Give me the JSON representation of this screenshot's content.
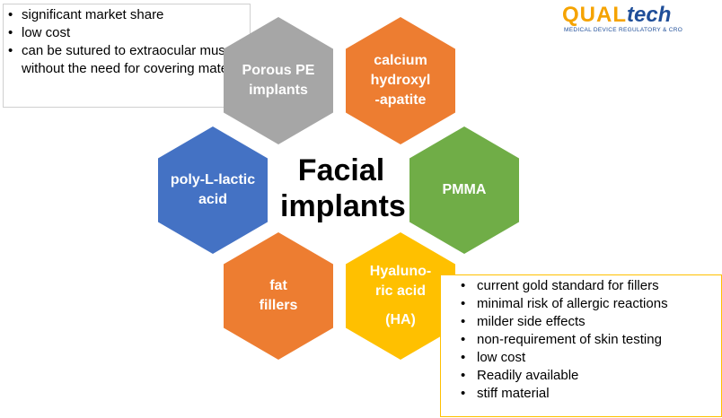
{
  "logo": {
    "part1": "QUAL",
    "part2": "tech",
    "tagline": "MEDICAL DEVICE REGULATORY & CRO"
  },
  "center": {
    "line1": "Facial",
    "line2": "implants"
  },
  "hexagons": {
    "porous_pe": {
      "line1": "Porous PE",
      "line2": "implants",
      "color": "#a6a6a6"
    },
    "calcium": {
      "line1": "calcium",
      "line2": "hydroxyl",
      "line3": "-apatite",
      "color": "#ed7d31"
    },
    "plla": {
      "line1": "poly-L-lactic",
      "line2": "acid",
      "color": "#4472c4"
    },
    "pmma": {
      "line1": "PMMA",
      "color": "#70ad47"
    },
    "fat": {
      "line1": "fat",
      "line2": "fillers",
      "color": "#ed7d31"
    },
    "ha": {
      "line1": "Hyaluno-",
      "line2": "ric acid",
      "line3": "(HA)",
      "color": "#ffc000"
    }
  },
  "porous_pe_notes": [
    "significant market share",
    "low cost",
    "can be sutured to extraocular muscles without  the need for covering material"
  ],
  "ha_notes": [
    "current gold standard for fillers",
    "minimal risk of allergic reactions",
    " milder side effects",
    " non-requirement of skin testing",
    "low cost",
    "Readily available",
    "stiff material"
  ]
}
